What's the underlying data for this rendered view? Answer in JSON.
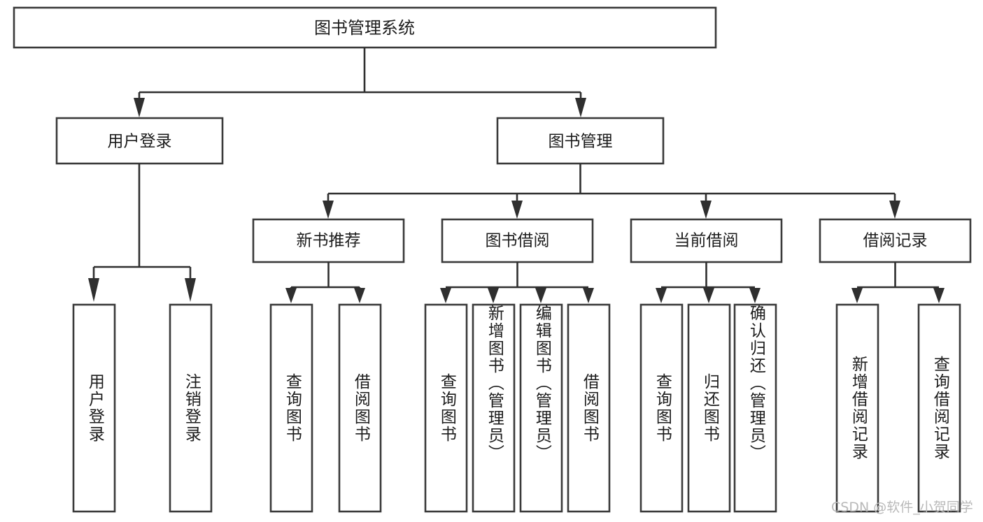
{
  "diagram": {
    "type": "hierarchy-tree",
    "title": "图书管理系统",
    "watermark": "CSDN @软件_小贺同学",
    "colors": {
      "box_stroke": "#3a3a3a",
      "connector": "#2f2f2f",
      "text": "#1c1c1c",
      "background": "#ffffff",
      "watermark": "#b9b9b9"
    },
    "root": {
      "label": "图书管理系统"
    },
    "level2": [
      {
        "label": "用户登录"
      },
      {
        "label": "图书管理"
      }
    ],
    "level3": [
      {
        "label": "新书推荐"
      },
      {
        "label": "图书借阅"
      },
      {
        "label": "当前借阅"
      },
      {
        "label": "借阅记录"
      }
    ],
    "leaves": {
      "user_login": [
        {
          "label": "用户登录"
        },
        {
          "label": "注销登录"
        }
      ],
      "new_book_recommend": [
        {
          "label": "查询图书"
        },
        {
          "label": "借阅图书"
        }
      ],
      "book_borrow": [
        {
          "label": "查询图书"
        },
        {
          "label": "新增图书（管理员）"
        },
        {
          "label": "编辑图书（管理员）"
        },
        {
          "label": "借阅图书"
        }
      ],
      "current_borrow": [
        {
          "label": "查询图书"
        },
        {
          "label": "归还图书"
        },
        {
          "label": "确认归还（管理员）"
        }
      ],
      "borrow_record": [
        {
          "label": "新增借阅记录"
        },
        {
          "label": "查询借阅记录"
        }
      ]
    }
  }
}
